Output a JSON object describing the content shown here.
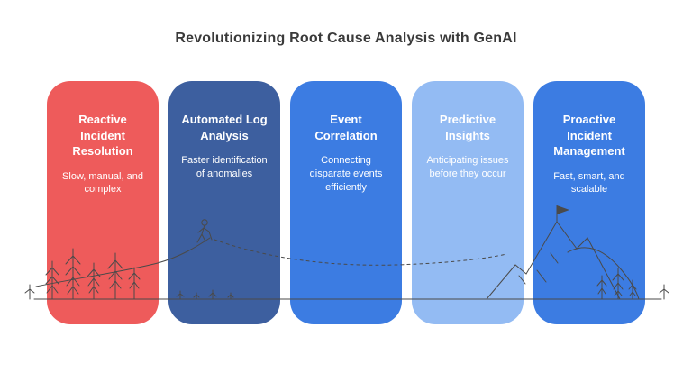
{
  "title": "Revolutionizing Root Cause Analysis with GenAI",
  "cards": [
    {
      "title": "Reactive Incident Resolution",
      "subtitle": "Slow, manual, and complex",
      "color": "#ee5b5b"
    },
    {
      "title": "Automated Log Analysis",
      "subtitle": "Faster identification of anomalies",
      "color": "#3d5f9f"
    },
    {
      "title": "Event Correlation",
      "subtitle": "Connecting disparate events efficiently",
      "color": "#3c7ce2"
    },
    {
      "title": "Predictive Insights",
      "subtitle": "Anticipating issues before they occur",
      "color": "#93bbf3"
    },
    {
      "title": "Proactive Incident Management",
      "subtitle": "Fast, smart, and scalable",
      "color": "#3c7ce2"
    }
  ],
  "illustration": {
    "stroke_color": "#4a4a4a",
    "elements": [
      "pine-trees-left",
      "hiker",
      "dotted-trail",
      "mountain-with-flag",
      "small-plants",
      "pine-trees-right",
      "ground-line"
    ]
  }
}
